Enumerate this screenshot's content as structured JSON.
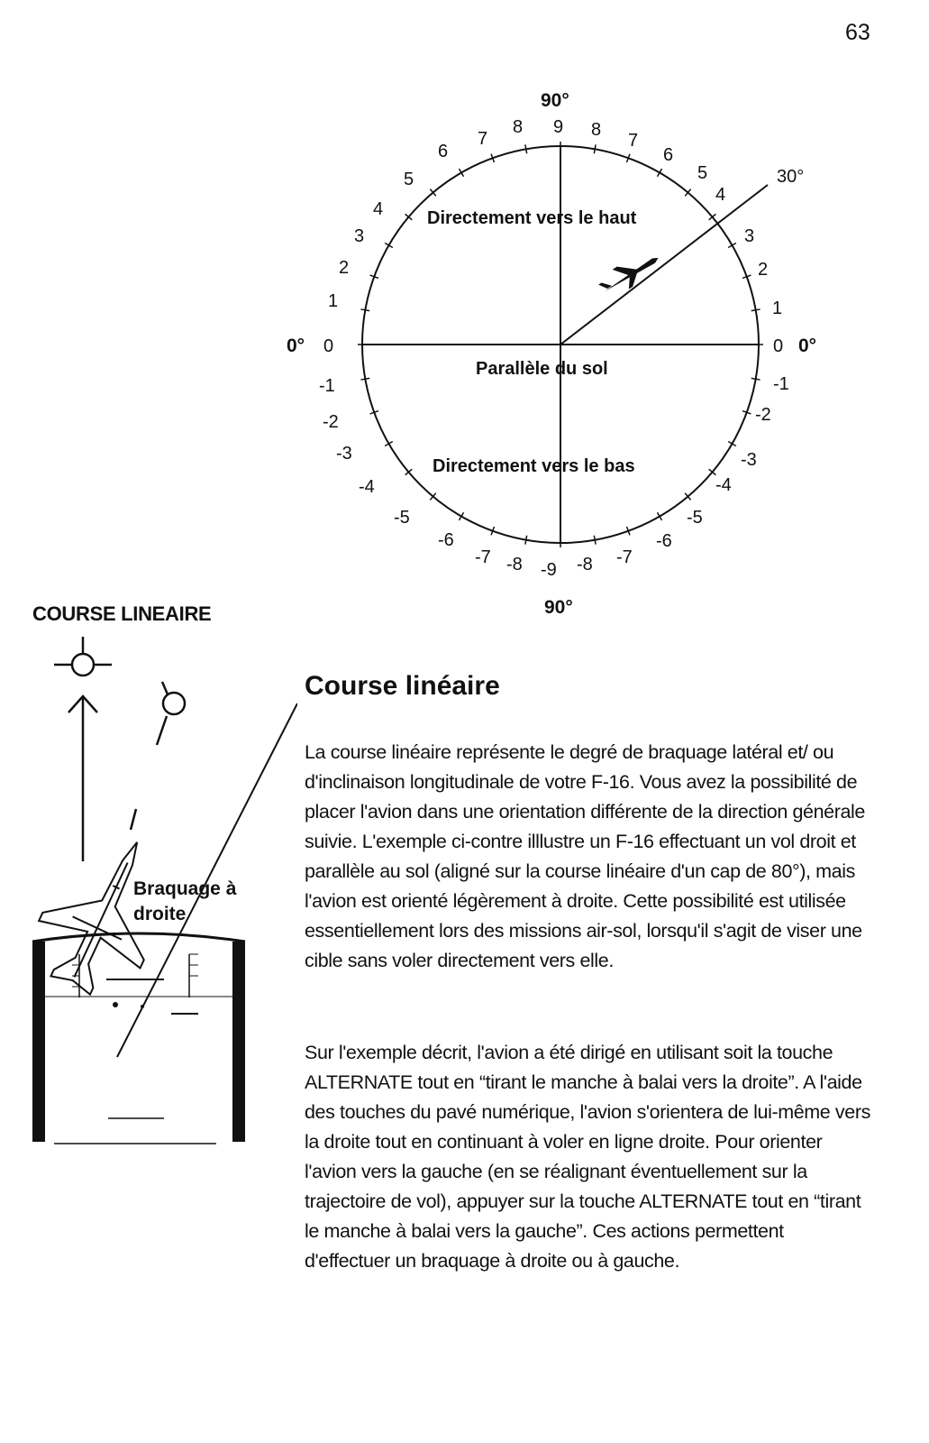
{
  "page": {
    "number": "63"
  },
  "figure_dial": {
    "top_angle": "90°",
    "bottom_angle": "90°",
    "left_angle": "0°",
    "right_angle": "0°",
    "angle_30": "30°",
    "top_ticks": [
      "6",
      "7",
      "8",
      "9",
      "8",
      "7",
      "6"
    ],
    "left_upper_ticks": [
      "5",
      "4",
      "3",
      "2",
      "1",
      "0"
    ],
    "right_upper_ticks": [
      "5",
      "4",
      "3",
      "2",
      "1",
      "0"
    ],
    "left_lower_ticks": [
      "-1",
      "-2",
      "-3",
      "-4",
      "-5"
    ],
    "right_lower_ticks": [
      "-1",
      "-2",
      "-3",
      "-4",
      "-5"
    ],
    "bottom_ticks": [
      "-6",
      "-7",
      "-8",
      "-9",
      "-8",
      "-7",
      "-6"
    ],
    "zone_up": "Directement vers le haut",
    "zone_level": "Parallèle du sol",
    "zone_down": "Directement vers le bas"
  },
  "figure_left": {
    "title": "COURSE LINEAIRE",
    "label_line1": "Braquage à",
    "label_line2": "droite"
  },
  "section": {
    "title": "Course linéaire",
    "paragraph1": "La course linéaire représente le degré de braquage latéral et/ ou d'inclinaison longitudinale de votre F-16. Vous avez la possibilité de placer l'avion dans une orientation différente de la direction générale suivie. L'exemple ci-contre illlustre un F-16 effectuant un vol droit et parallèle au sol (aligné sur la course linéaire d'un cap de 80°), mais l'avion est orienté légèrement à droite. Cette possibilité est utilisée essentiellement lors des missions air-sol, lorsqu'il s'agit de viser une cible sans voler directement vers elle.",
    "paragraph2": "Sur l'exemple décrit, l'avion a été dirigé en utilisant soit la touche ALTERNATE tout en “tirant le manche à balai vers la droite”. A l'aide des touches du pavé numérique, l'avion s'orientera de lui-même vers la droite tout en continuant à voler en ligne droite. Pour orienter l'avion vers la gauche (en se réalignant éventuellement sur la trajectoire de vol), appuyer sur la touche ALTERNATE tout en “tirant le manche à balai vers la gauche”. Ces actions permettent d'effectuer un braquage à droite ou à gauche."
  }
}
